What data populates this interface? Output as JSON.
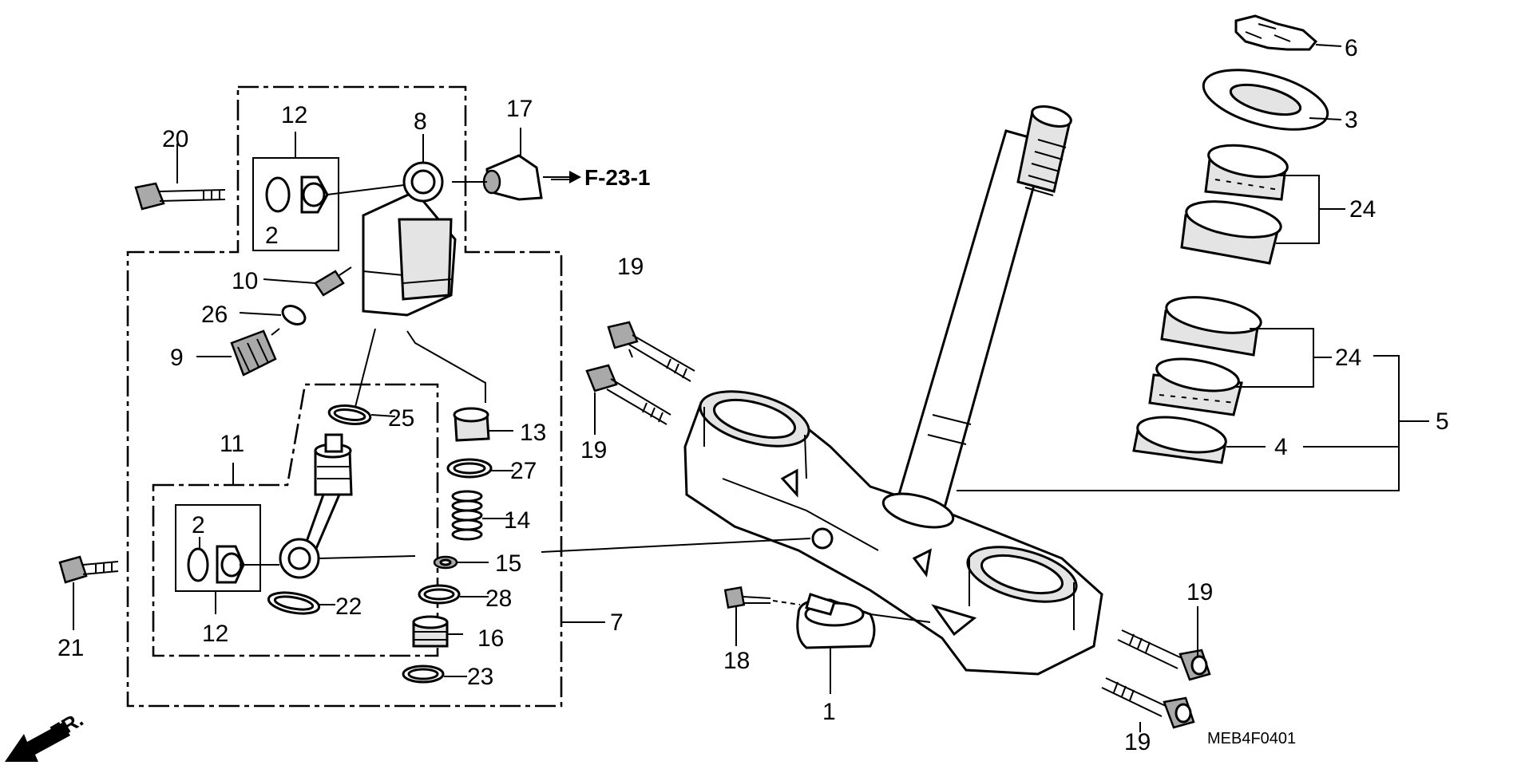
{
  "diagram": {
    "reference_arrow": {
      "text": "F-23-1"
    },
    "front_indicator": {
      "text": "FR."
    },
    "figure_code": "MEB4F0401",
    "callouts": [
      {
        "id": "6",
        "text": "6"
      },
      {
        "id": "3",
        "text": "3"
      },
      {
        "id": "24a",
        "text": "24"
      },
      {
        "id": "24b",
        "text": "24"
      },
      {
        "id": "5",
        "text": "5"
      },
      {
        "id": "4",
        "text": "4"
      },
      {
        "id": "20",
        "text": "20"
      },
      {
        "id": "12a",
        "text": "12"
      },
      {
        "id": "2a",
        "text": "2"
      },
      {
        "id": "8",
        "text": "8"
      },
      {
        "id": "17",
        "text": "17"
      },
      {
        "id": "10",
        "text": "10"
      },
      {
        "id": "26",
        "text": "26"
      },
      {
        "id": "9",
        "text": "9"
      },
      {
        "id": "19a",
        "text": "19"
      },
      {
        "id": "19b",
        "text": "19"
      },
      {
        "id": "25",
        "text": "25"
      },
      {
        "id": "13",
        "text": "13"
      },
      {
        "id": "11",
        "text": "11"
      },
      {
        "id": "27",
        "text": "27"
      },
      {
        "id": "14",
        "text": "14"
      },
      {
        "id": "2b",
        "text": "2"
      },
      {
        "id": "15",
        "text": "15"
      },
      {
        "id": "28",
        "text": "28"
      },
      {
        "id": "22",
        "text": "22"
      },
      {
        "id": "12b",
        "text": "12"
      },
      {
        "id": "16",
        "text": "16"
      },
      {
        "id": "7",
        "text": "7"
      },
      {
        "id": "21",
        "text": "21"
      },
      {
        "id": "23",
        "text": "23"
      },
      {
        "id": "18",
        "text": "18"
      },
      {
        "id": "1",
        "text": "1"
      },
      {
        "id": "19c",
        "text": "19"
      },
      {
        "id": "19d",
        "text": "19"
      }
    ]
  }
}
